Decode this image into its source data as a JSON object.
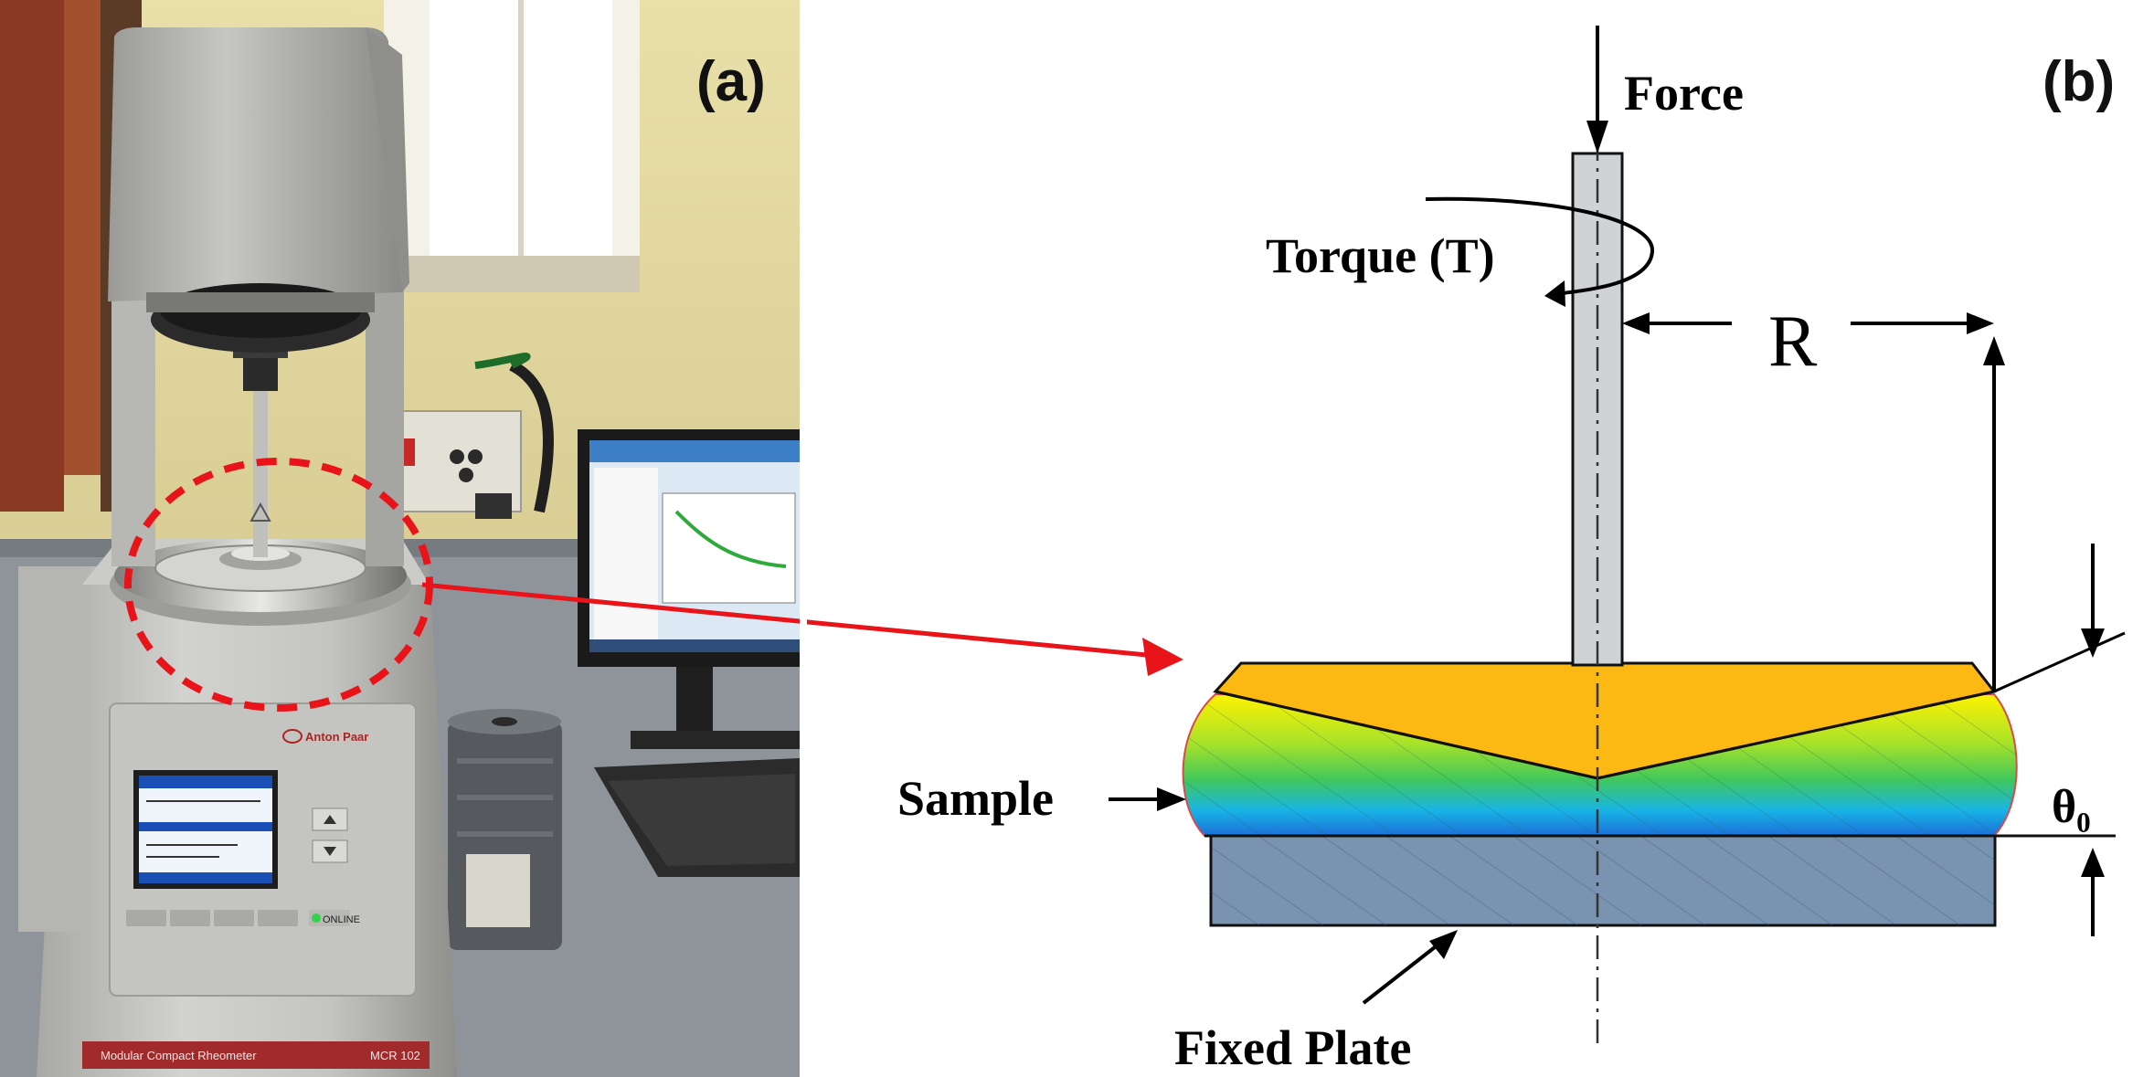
{
  "panel_a": {
    "label": "(a)",
    "brand_text": "Anton Paar",
    "model_text": "MCR 102",
    "nameplate_text": "Modular Compact Rheometer",
    "led_text": "ONLINE"
  },
  "panel_b": {
    "label": "(b)",
    "force_label": "Force",
    "torque_label": "Torque (T)",
    "radius_label": "R",
    "sample_label": "Sample",
    "fixed_plate_label": "Fixed Plate",
    "angle_label": "θ₀"
  },
  "colors": {
    "callout_red": "#e8141a",
    "cone_orange": "#fdb913",
    "gradient_yellow": "#fff200",
    "gradient_green": "#41c85a",
    "gradient_cyan": "#18b4e6",
    "gradient_blue": "#1c6fd8",
    "plate_blue_grey": "#7a93b0",
    "shaft_grey": "#cfd3d6"
  }
}
